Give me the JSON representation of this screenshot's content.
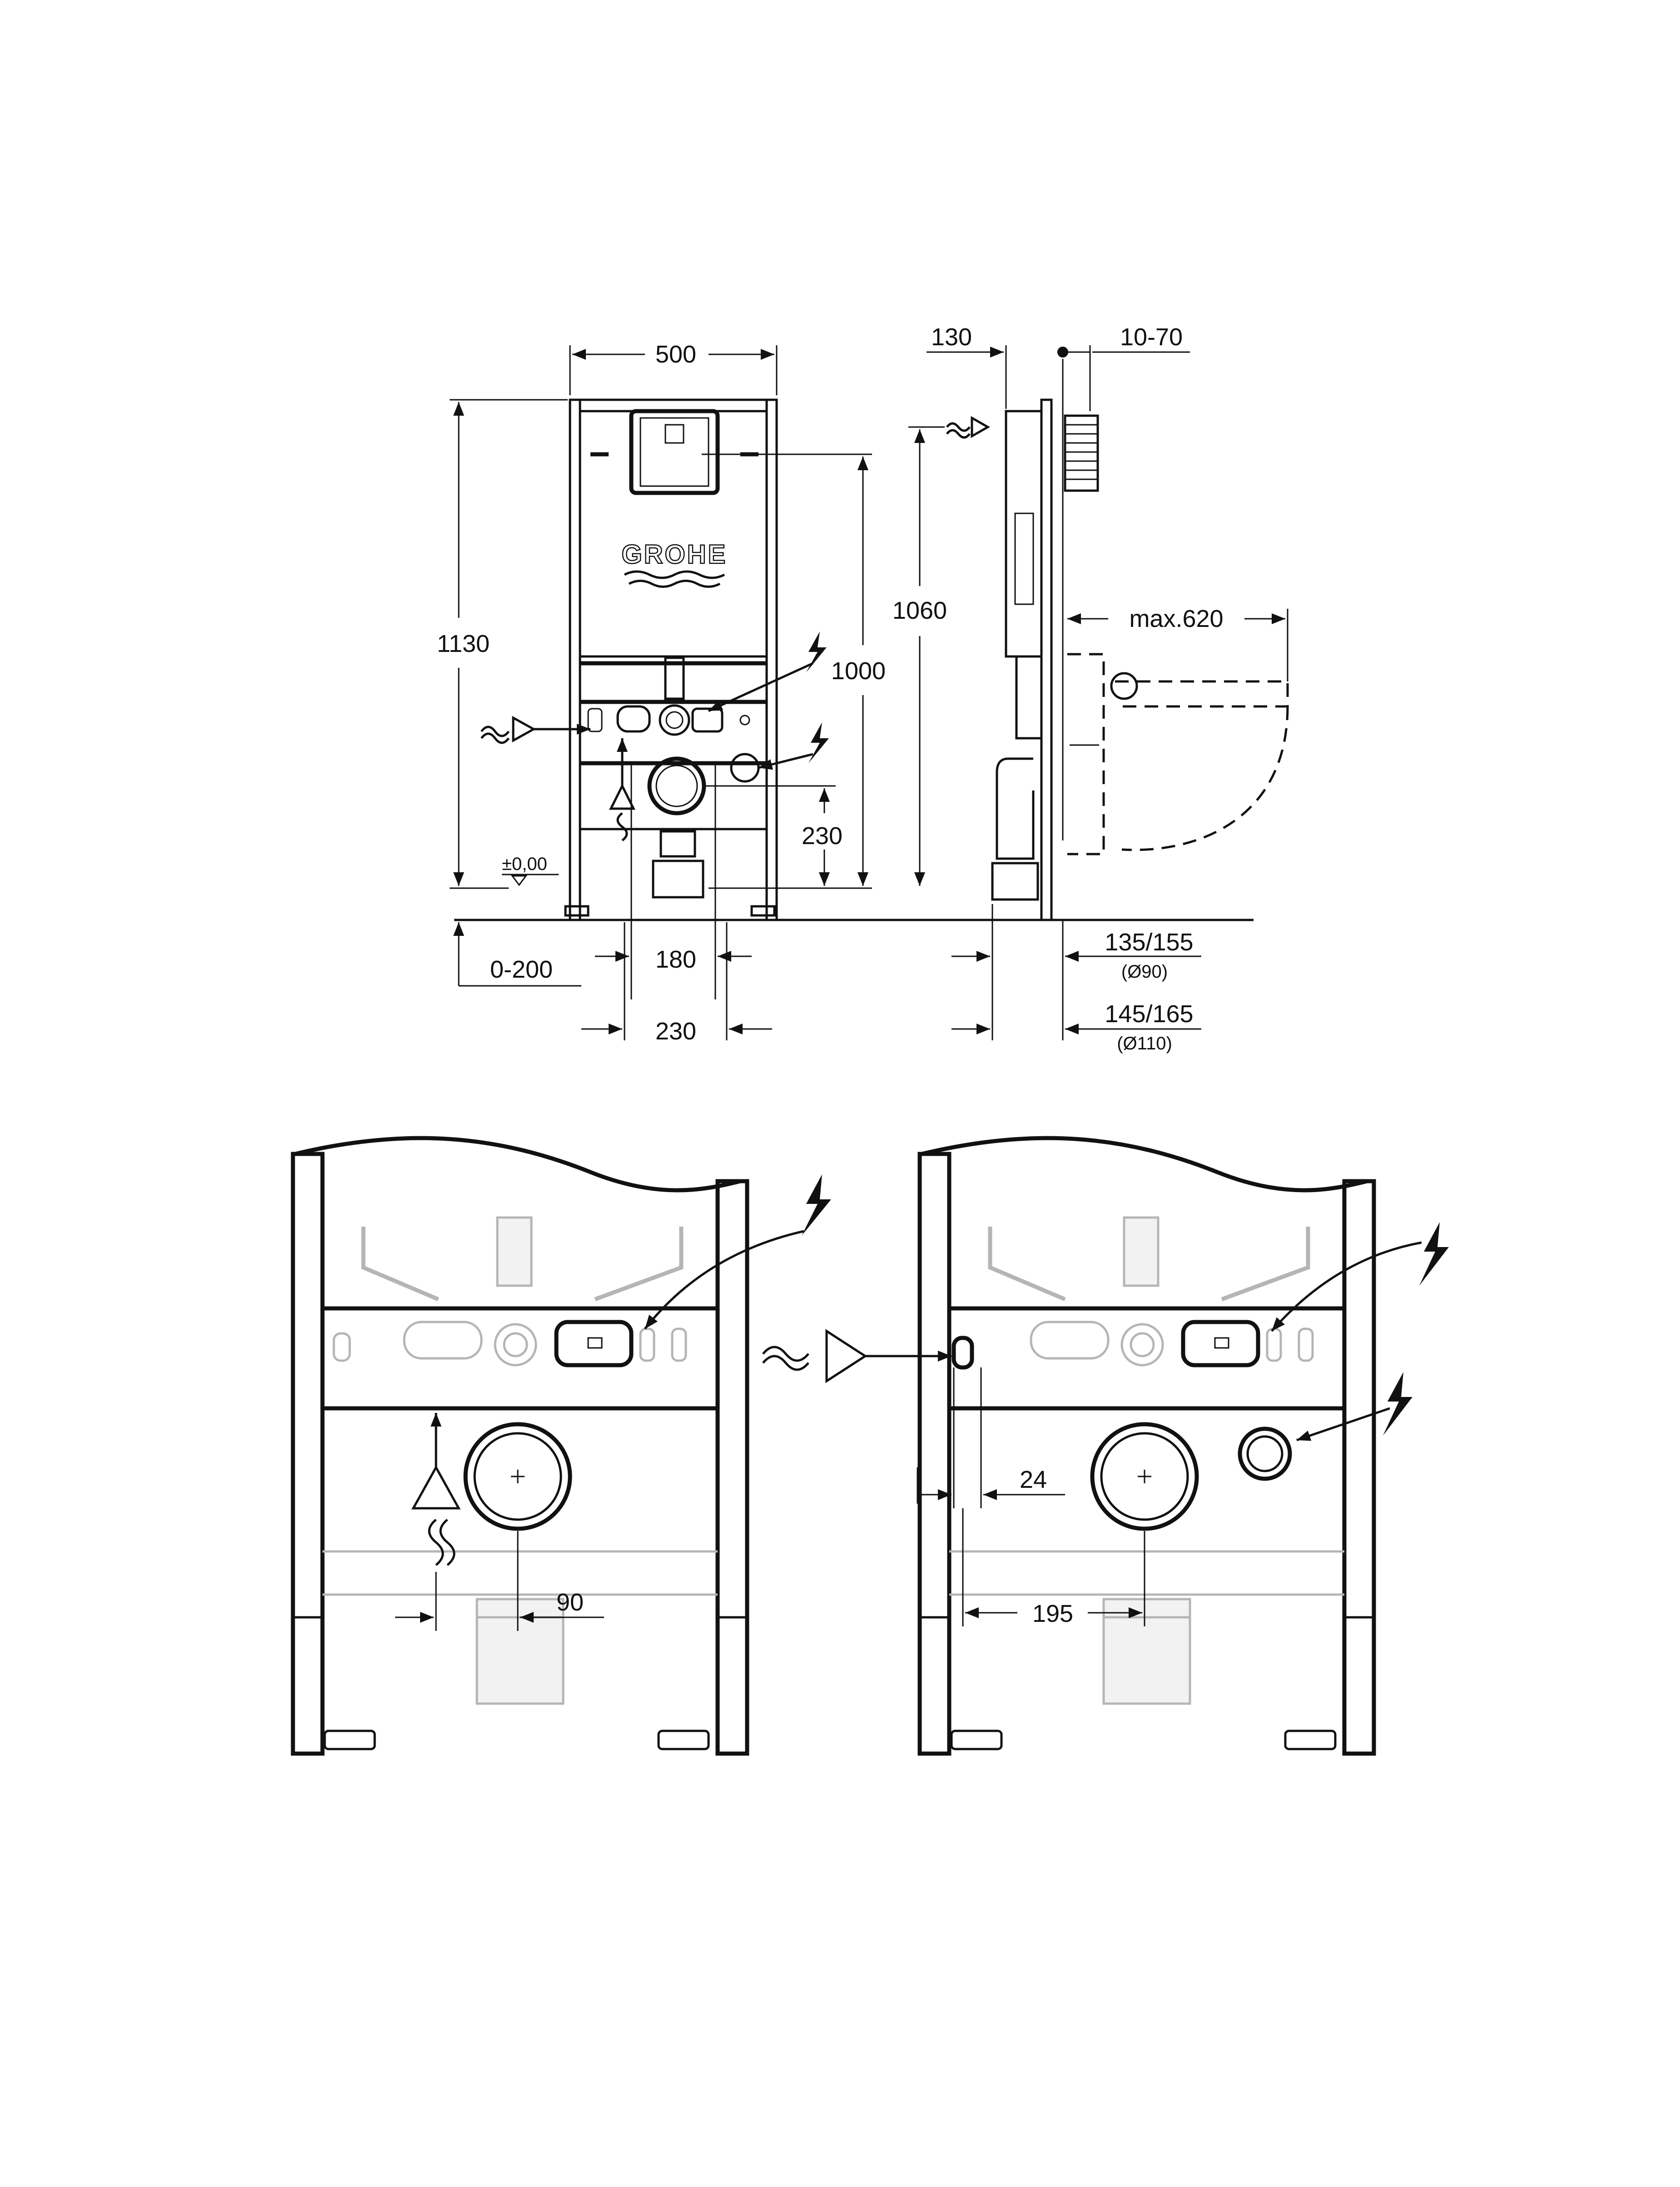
{
  "front_view": {
    "brand": "GROHE",
    "width": "500",
    "height_total": "1130",
    "height_flush": "1000",
    "height_waste": "230",
    "floor_level": "±0,00",
    "floor_range": "0-200",
    "waste_spacing": "180",
    "bottom_spacing": "230"
  },
  "side_view": {
    "depth": "130",
    "wall_range": "10-70",
    "height_top": "1060",
    "max_projection": "max.620",
    "offset_90": "135/155",
    "pipe_90": "(Ø90)",
    "offset_110": "145/165",
    "pipe_110": "(Ø110)"
  },
  "detail_left": {
    "offset": "90"
  },
  "detail_right": {
    "gap": "24",
    "offset": "195"
  },
  "icons": [
    "lightning-icon",
    "water-supply-icon",
    "arrow-icon"
  ]
}
